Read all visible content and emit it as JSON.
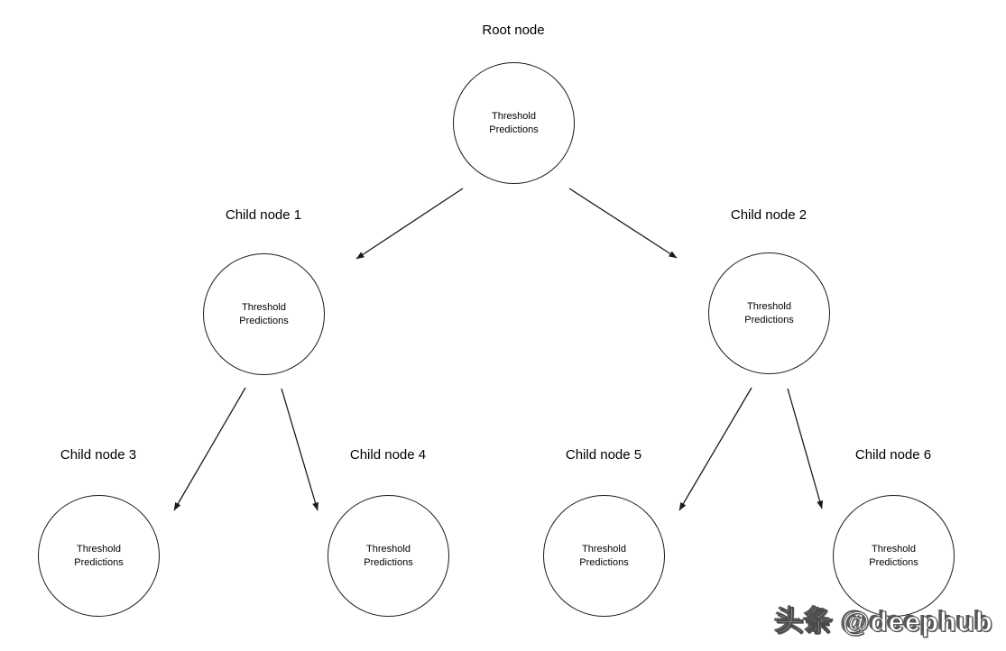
{
  "diagram": {
    "nodes": [
      {
        "id": "root",
        "label": "Root node",
        "circle_text": "Threshold Predictions"
      },
      {
        "id": "child1",
        "label": "Child node 1",
        "circle_text": "Threshold Predictions"
      },
      {
        "id": "child2",
        "label": "Child node 2",
        "circle_text": "Threshold Predictions"
      },
      {
        "id": "child3",
        "label": "Child node 3",
        "circle_text": "Threshold Predictions"
      },
      {
        "id": "child4",
        "label": "Child node 4",
        "circle_text": "Threshold Predictions"
      },
      {
        "id": "child5",
        "label": "Child node 5",
        "circle_text": "Threshold Predictions"
      },
      {
        "id": "child6",
        "label": "Child node 6",
        "circle_text": "Threshold Predictions"
      }
    ],
    "edges": [
      {
        "from": "root",
        "to": "child1"
      },
      {
        "from": "root",
        "to": "child2"
      },
      {
        "from": "child1",
        "to": "child3"
      },
      {
        "from": "child1",
        "to": "child4"
      },
      {
        "from": "child2",
        "to": "child5"
      },
      {
        "from": "child2",
        "to": "child6"
      }
    ],
    "colors": {
      "background": "#ffffff",
      "stroke": "#1a1a1a",
      "text": "#000000"
    }
  },
  "watermark": {
    "text": "头条 @deephub"
  }
}
